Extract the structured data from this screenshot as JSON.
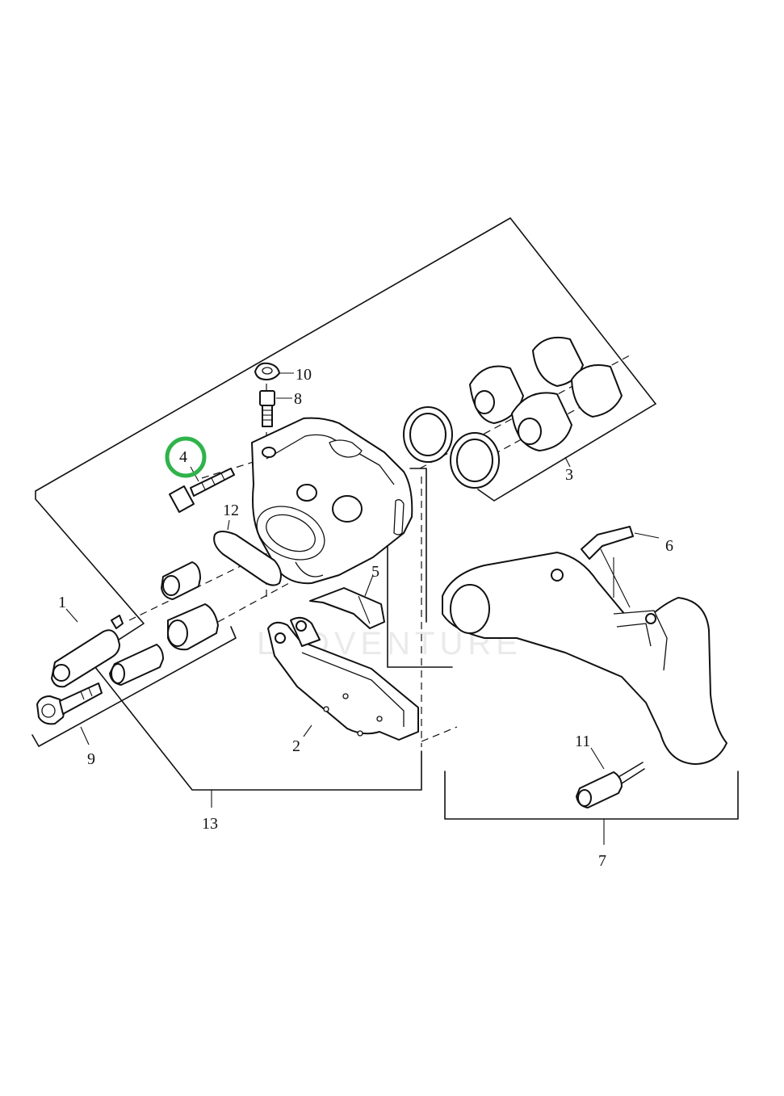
{
  "watermark": "LADVENTURE",
  "highlight_color": "#2fb34a",
  "callouts": {
    "c1": "1",
    "c2": "2",
    "c3": "3",
    "c4": "4",
    "c5": "5",
    "c6": "6",
    "c7": "7",
    "c8": "8",
    "c9": "9",
    "c10": "10",
    "c11": "11",
    "c12": "12",
    "c13": "13"
  }
}
